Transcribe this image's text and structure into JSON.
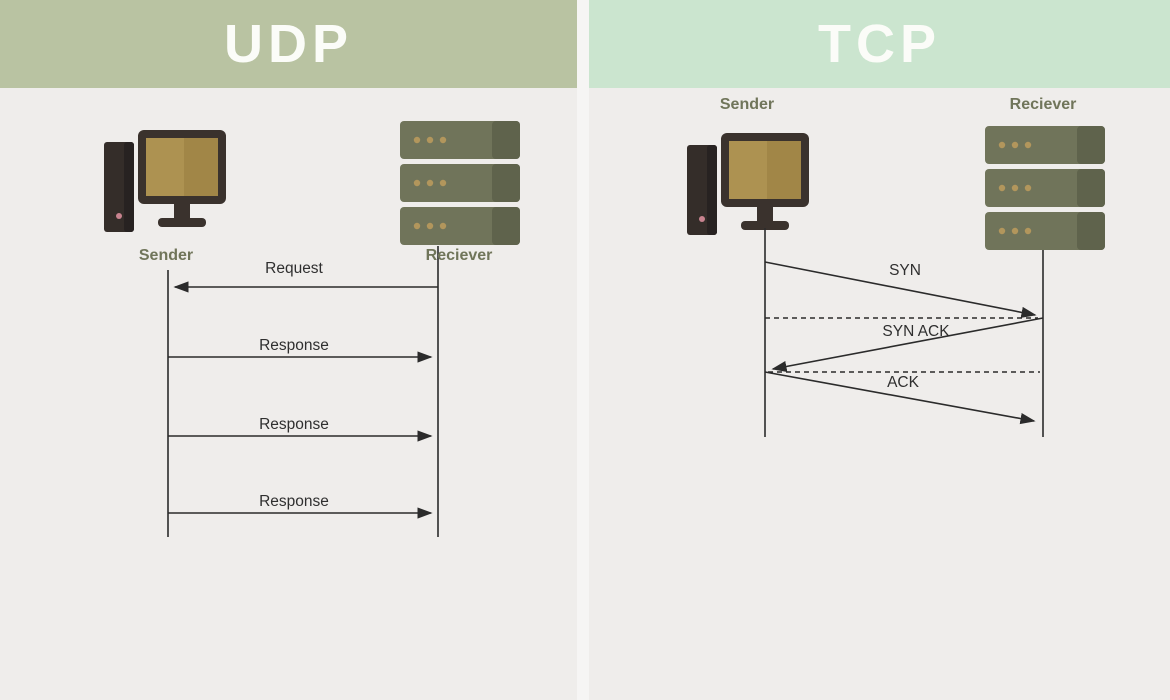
{
  "colors": {
    "background": "#efedeb",
    "udp_banner": "#b9c3a2",
    "tcp_banner": "#cbe5cf",
    "title_text": "#fbfcf8",
    "entity_label": "#70755a",
    "arrow_line": "#2b2b2b",
    "server_body": "#70745a",
    "server_dots": "#b2965c",
    "screen_gold": "#a18647"
  },
  "udp": {
    "title": "UDP",
    "sender_label": "Sender",
    "receiver_label": "Reciever",
    "sender_icon": "computer-icon",
    "receiver_icon": "server-icon",
    "messages": [
      {
        "label": "Request",
        "from": "receiver",
        "to": "sender",
        "style": "solid"
      },
      {
        "label": "Response",
        "from": "sender",
        "to": "receiver",
        "style": "solid"
      },
      {
        "label": "Response",
        "from": "sender",
        "to": "receiver",
        "style": "solid"
      },
      {
        "label": "Response",
        "from": "sender",
        "to": "receiver",
        "style": "solid"
      }
    ]
  },
  "tcp": {
    "title": "TCP",
    "sender_label": "Sender",
    "receiver_label": "Reciever",
    "sender_icon": "computer-icon",
    "receiver_icon": "server-icon",
    "messages": [
      {
        "label": "SYN",
        "from": "sender",
        "to": "receiver",
        "style": "solid-diagonal"
      },
      {
        "label": "SYN ACK",
        "from": "receiver",
        "to": "sender",
        "style": "solid-diagonal"
      },
      {
        "label": "ACK",
        "from": "sender",
        "to": "receiver",
        "style": "solid-diagonal"
      }
    ]
  }
}
